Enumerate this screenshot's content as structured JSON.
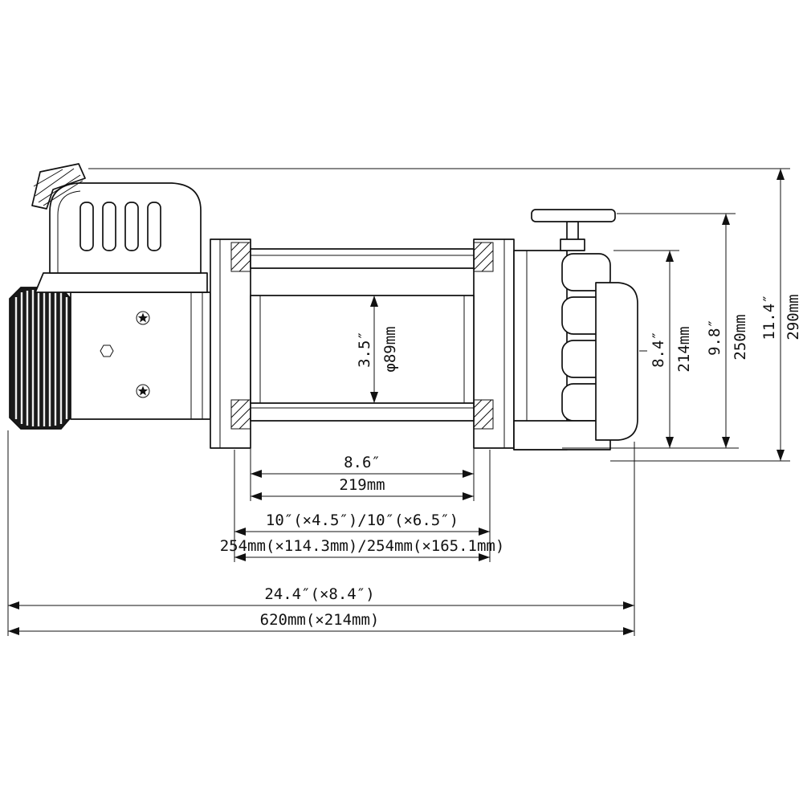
{
  "dimensions": {
    "drum_diameter_in": "3.5″",
    "drum_diameter_mm": "φ89mm",
    "body_height_in": "8.4″",
    "body_height_mm": "214mm",
    "handle_height_in": "9.8″",
    "handle_height_mm": "250mm",
    "overall_height_in": "11.4″",
    "overall_height_mm": "290mm",
    "drum_length_in": "8.6″",
    "drum_length_mm": "219mm",
    "bolt_pattern_in": "10″(×4.5″)/10″(×6.5″)",
    "bolt_pattern_mm": "254mm(×114.3mm)/254mm(×165.1mm)",
    "overall_length_in": "24.4″(×8.4″)",
    "overall_length_mm": "620mm(×214mm)"
  }
}
